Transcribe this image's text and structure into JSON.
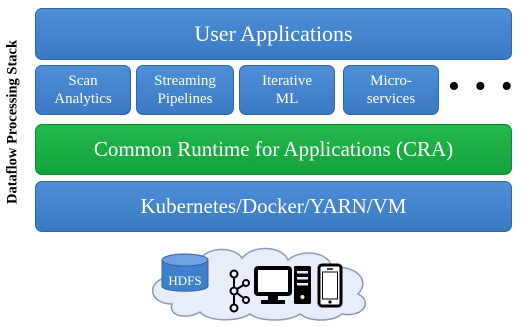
{
  "side_label": "Dataflow Processing Stack",
  "top_bar": "User Applications",
  "apps": [
    {
      "line1": "Scan",
      "line2": "Analytics"
    },
    {
      "line1": "Streaming",
      "line2": "Pipelines"
    },
    {
      "line1": "Iterative",
      "line2": "ML"
    },
    {
      "line1": "Micro-",
      "line2": "services"
    }
  ],
  "ellipsis": "• • •",
  "cra_bar": "Common Runtime for Applications (CRA)",
  "infra_bar": "Kubernetes/Docker/YARN/VM",
  "cloud": {
    "storage_label": "HDFS",
    "icons": [
      "database-icon",
      "kafka-icon",
      "monitor-icon",
      "desktop-tower-icon",
      "phone-icon"
    ]
  },
  "colors": {
    "blue": "#3f80cc",
    "green": "#1aab44",
    "cloud_fill": "#e8eef9",
    "cloud_stroke": "#8a9ab8"
  }
}
